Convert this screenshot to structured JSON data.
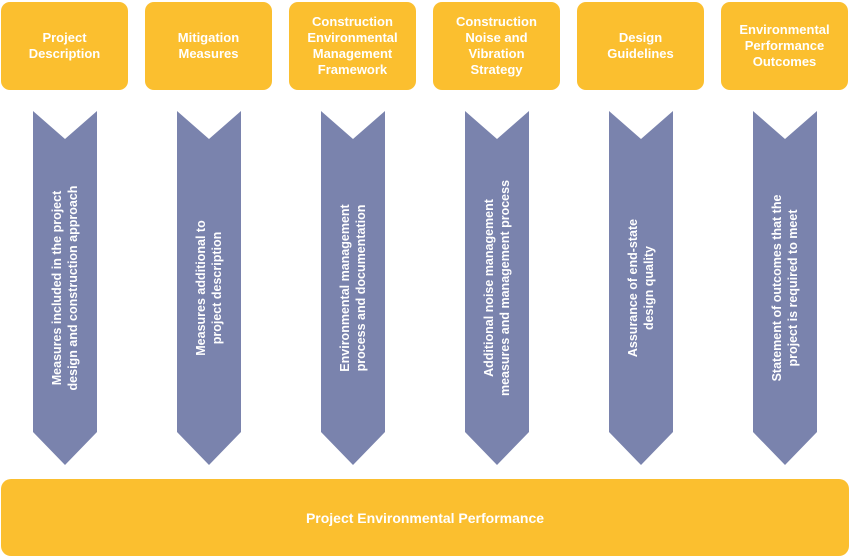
{
  "headers": [
    {
      "label": "Project\nDescription"
    },
    {
      "label": "Mitigation\nMeasures"
    },
    {
      "label": "Construction\nEnvironmental\nManagement\nFramework"
    },
    {
      "label": "Construction\nNoise and\nVibration\nStrategy"
    },
    {
      "label": "Design\nGuidelines"
    },
    {
      "label": "Environmental\nPerformance\nOutcomes"
    }
  ],
  "arrows": [
    {
      "label": "Measures included in the project\ndesign and construction approach"
    },
    {
      "label": "Measures additional to\nproject description"
    },
    {
      "label": "Environmental management\nprocess and documentation"
    },
    {
      "label": "Additional noise management\nmeasures and management process"
    },
    {
      "label": "Assurance of end-state\ndesign quality"
    },
    {
      "label": "Statement of outcomes that the\nproject is required to meet"
    }
  ],
  "footer": {
    "label": "Project Environmental Performance"
  },
  "colors": {
    "box": "#FBBF2F",
    "arrow": "#7A83AD",
    "text": "#FFFFFF"
  }
}
